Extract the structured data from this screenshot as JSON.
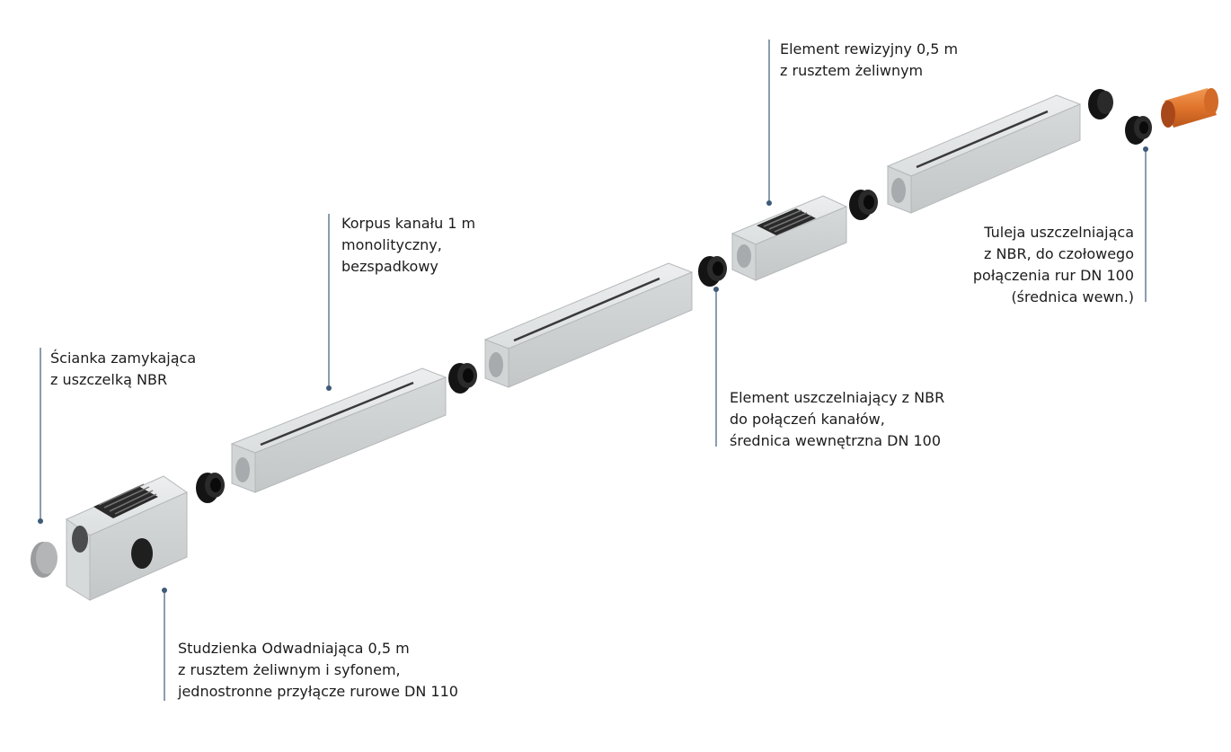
{
  "labels": {
    "end_wall": [
      "Ścianka zamykająca",
      "z uszczelką NBR"
    ],
    "channel_body": [
      "Korpus kanału 1 m",
      "monolityczny,",
      "bezspadkowy"
    ],
    "inspection_element": [
      "Element rewizyjny 0,5 m",
      "z rusztem żeliwnym"
    ],
    "sealing_element": [
      "Element uszczelniający z NBR",
      "do połączeń kanałów,",
      "średnica wewnętrzna DN 100"
    ],
    "sealing_sleeve": [
      "Tuleja uszczelniająca",
      "z NBR, do czołowego",
      "połączenia rur DN 100",
      "(średnica wewn.)"
    ],
    "drainage_well": [
      "Studzienka Odwadniająca 0,5 m",
      "z rusztem żeliwnym i syfonem,",
      "jednostronne przyłącze rurowe DN 110"
    ]
  },
  "colors": {
    "leader_line": "#3e5a78",
    "concrete_top": "#e4e6e7",
    "concrete_front": "#cfd2d3",
    "concrete_end": "#bfc2c3",
    "gasket": "#141414",
    "grate": "#2a2a2a",
    "end_wall_cap": "#9a9c9e",
    "pvc_pipe": "#e0742c"
  }
}
